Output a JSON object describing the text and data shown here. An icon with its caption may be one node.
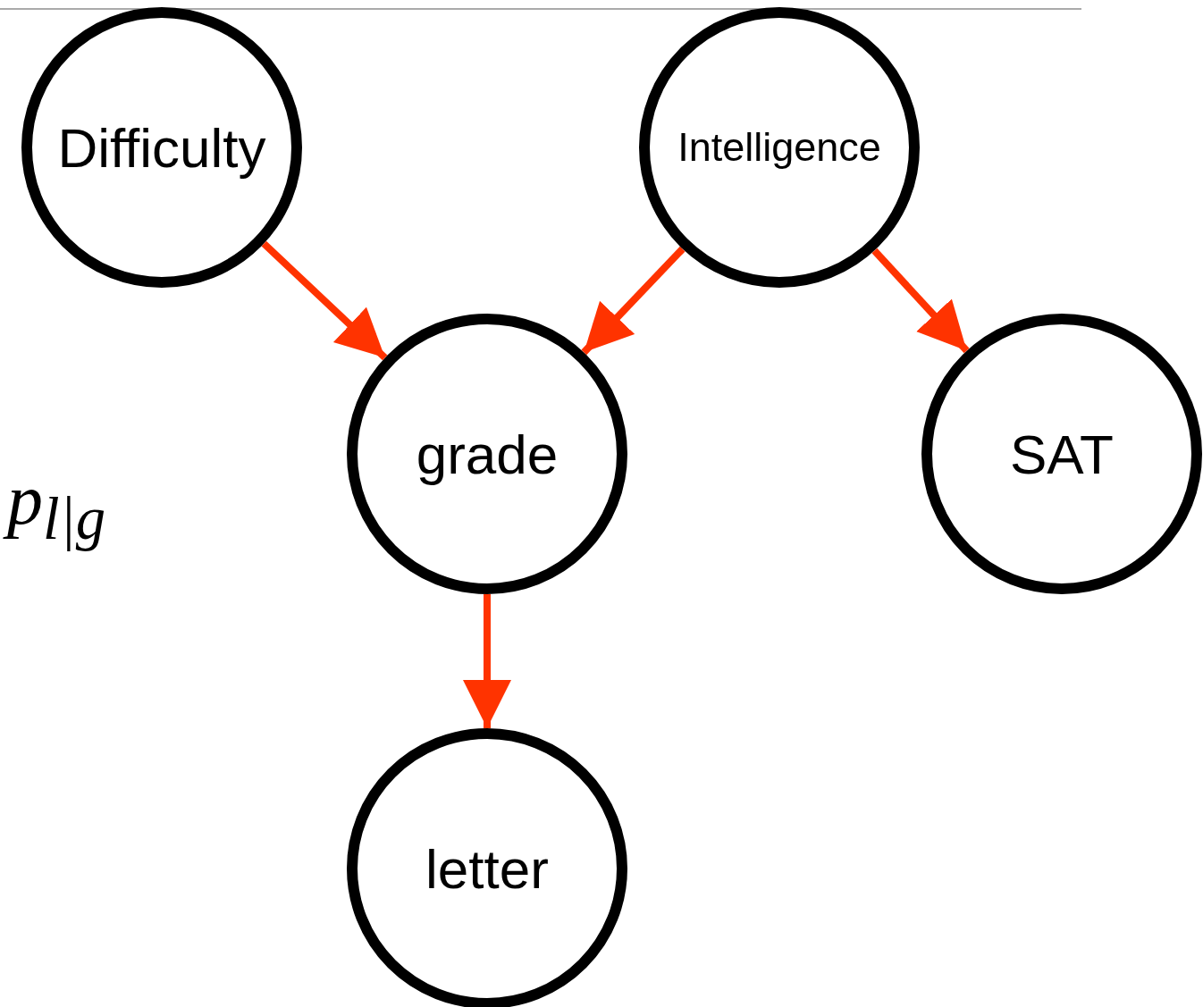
{
  "diagram": {
    "nodes": [
      {
        "text": [
          "Difficulty"
        ]
      },
      {
        "text": [
          "Intelligence"
        ]
      },
      {
        "text": [
          "grade"
        ]
      },
      {
        "text": [
          "SAT"
        ]
      },
      {
        "text": [
          "letter"
        ]
      }
    ],
    "edges": [
      {
        "from": 0,
        "to": 2,
        "arrow": "to"
      },
      {
        "from": 1,
        "to": 2,
        "arrow": "to"
      },
      {
        "from": 1,
        "to": 3,
        "arrow": "to"
      },
      {
        "from": 2,
        "to": 4,
        "arrow": "to"
      }
    ],
    "labels": [
      "p$_{l|g}$"
    ]
  }
}
